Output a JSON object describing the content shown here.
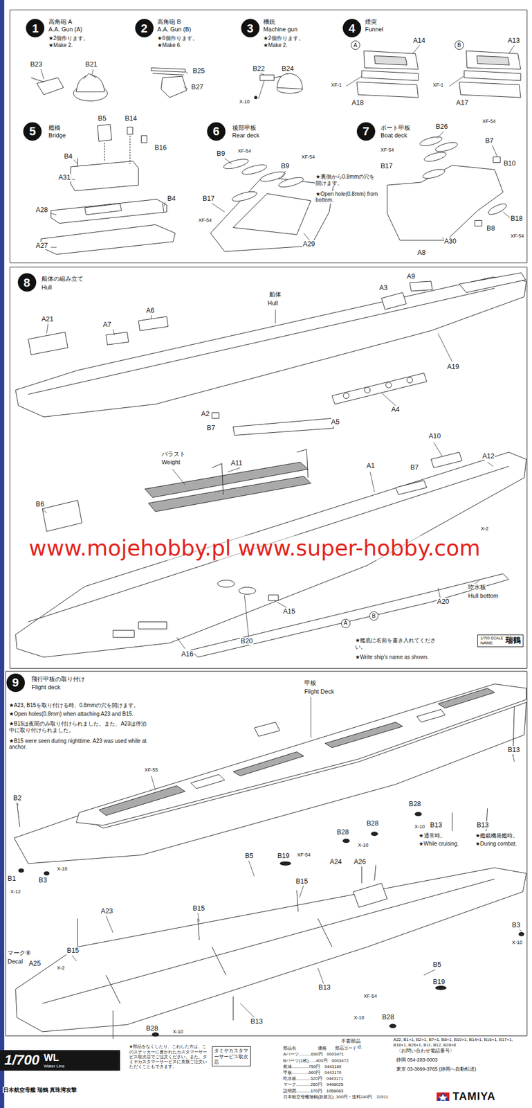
{
  "diagram": {
    "nodes": [
      {
        "text": [
          "1"
        ]
      },
      {
        "text": [
          "2"
        ]
      },
      {
        "text": [
          "3"
        ]
      },
      {
        "text": [
          "4"
        ]
      },
      {
        "text": [
          "A"
        ]
      },
      {
        "text": [
          "B"
        ]
      },
      {
        "text": [
          "5"
        ]
      },
      {
        "text": [
          "6"
        ]
      },
      {
        "text": [
          "7"
        ]
      },
      {
        "text": [
          "8"
        ]
      },
      {
        "text": [
          "A"
        ]
      },
      {
        "text": [
          "B"
        ]
      },
      {
        "text": [
          "1/700 SCALE",
          "NAME",
          "瑞鶴"
        ]
      },
      {
        "text": [
          "9"
        ]
      },
      {
        "text": [
          "1/700",
          "WL",
          "Water Line"
        ]
      },
      {
        "text": [
          "タミヤカスタマーサービス取次店"
        ]
      }
    ],
    "labels": [
      "高角砲 A",
      "A.A. Gun (A)",
      "★2個作ります。",
      "★Make 2.",
      "B23",
      "B21",
      "高角砲 B",
      "A.A. Gun (B)",
      "★6個作ります。",
      "★Make 6.",
      "B25",
      "B27",
      "機銃",
      "Machine gun",
      "★2個作ります。",
      "★Make 2.",
      "B22",
      "B24",
      "X-10",
      "煙突",
      "Funnel",
      "A14",
      "A13",
      "XF-1",
      "XF-1",
      "A18",
      "A17",
      "艦橋",
      "Bridge",
      "B5",
      "B14",
      "B16",
      "B4",
      "A31",
      "A28",
      "B4",
      "A27",
      "後部甲板",
      "Rear deck",
      "B9",
      "XF-54",
      "XF-54",
      "B9",
      "B17",
      "XF-54",
      "★裏側から0.8mmの穴を開けます。",
      "★Open hole(0.8mm) from bottom.",
      "A29",
      "ボート甲板",
      "Boat deck",
      "B26",
      "XF-54",
      "XF-54",
      "B7",
      "B17",
      "B10",
      "B18",
      "XF-54",
      "B8",
      "A30",
      "A8",
      "船体の組み立て",
      "Hull",
      "船体",
      "Hull",
      "A9",
      "A3",
      "A21",
      "A6",
      "A7",
      "A19",
      "A4",
      "A2",
      "B7",
      "A5",
      "バラスト",
      "Weight",
      "A11",
      "A1",
      "B7",
      "A10",
      "A12",
      "B6",
      "www.mojehobby.pl www.super-hobby.com",
      "X-2",
      "A20",
      "吃水板",
      "Hull bottom",
      "A15",
      "B20",
      "A16",
      "★艦底に名前を書き入れてください。",
      "★Write ship's name as shown.",
      "飛行甲板の取り付け",
      "Flight deck",
      "★A23, B15を取り付ける時、0.8mmの穴を開けます。",
      "★Open holes(0.8mm) when attaching A23 and B15.",
      "★B15は夜間のみ取り付けられました。また、A23は停泊中に取り付けられました。",
      "★B15 were seen during nighttime. A23 was used while at anchor.",
      "甲板",
      "Flight Deck",
      "XF-55",
      "B2",
      "B13",
      "B28",
      "B28",
      "B28",
      "X-10",
      "X-10",
      "B13",
      "B13",
      "★通常時。",
      "★While cruising.",
      "★艦載機発艦時。",
      "★During combat.",
      "B5",
      "B19",
      "XF-54",
      "X-10",
      "B1",
      "X-12",
      "B3",
      "B15",
      "A24",
      "A26",
      "B15",
      "A23",
      "B3",
      "X-10",
      "マーク⑧",
      "Decal",
      "A25",
      "X-2",
      "B15",
      "B13",
      "B5",
      "B19",
      "XF-54",
      "X-10",
      "B28",
      "B13",
      "B28",
      "X-10",
      "不要部品",
      "Not used.",
      "A22, B1×1, B2×1, B7×1, B8×1, B10×1, B14×1, B16×1, B17×1, B18×1, B26×1, B11, B12, B28×8",
      "日本航空母艦 瑞鶴 真珠湾攻撃",
      "★部品をなくしたり、こわした方は、このステッカーに書かれたカスタマーサービス取次店でご注文ください。また、タミヤカスタマーサービスに直接ご注文いただくこともできます。",
      "部品名　　　　　価格　　部品コード",
      "Aパーツ..........690円　0003471",
      "Bパーツ(1枚)......400円　0003472",
      "船体..............750円　0443169",
      "甲板..............660円　0443170",
      "吃水板............520円　0443171",
      "マーク............250円　9498025",
      "説明図............170円　1058083",
      "日本航空母艦瑞鶴(新規完)..300円・送料240円　31511",
      "〈お問い合わせ電話番号〉",
      "静岡 054-283-0003",
      "東京 03-3899-3765 (静岡へ自動転送)",
      "TAMIYA"
    ]
  }
}
